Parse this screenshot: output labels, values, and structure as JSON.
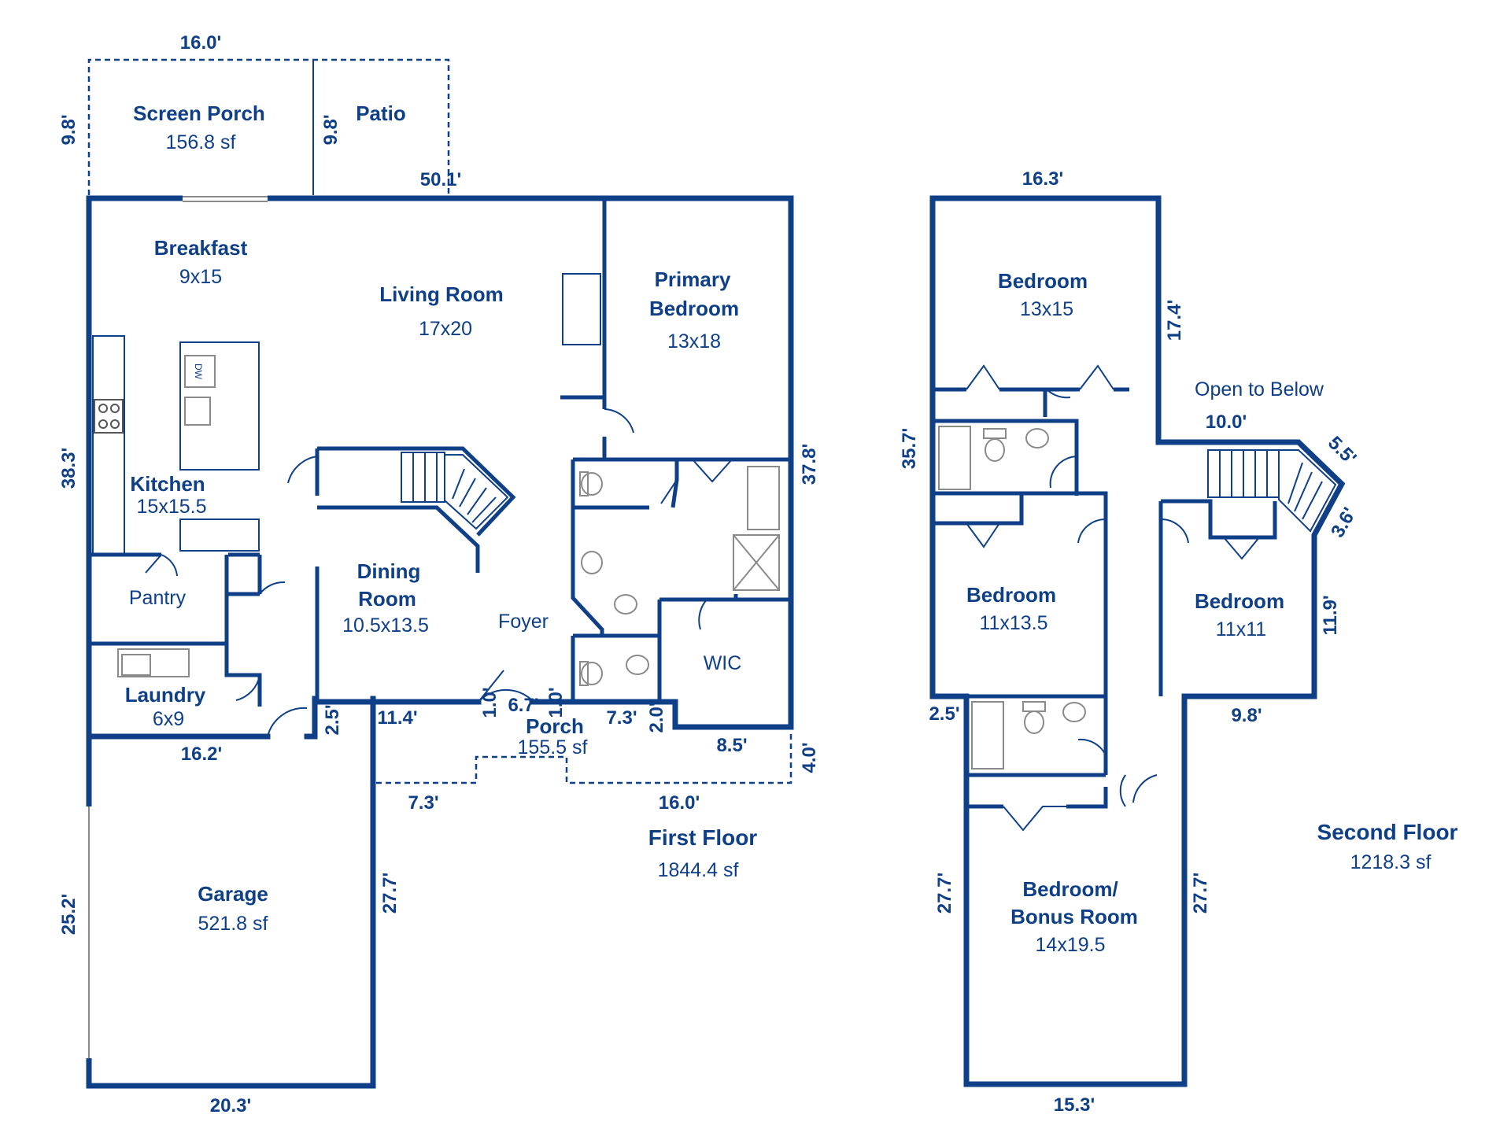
{
  "first_floor": {
    "title": "First Floor",
    "area": "1844.4 sf",
    "rooms": {
      "screen_porch": {
        "name": "Screen Porch",
        "size": "156.8 sf"
      },
      "patio": {
        "name": "Patio"
      },
      "breakfast": {
        "name": "Breakfast",
        "size": "9x15"
      },
      "living_room": {
        "name": "Living Room",
        "size": "17x20"
      },
      "primary_bedroom": {
        "name_line1": "Primary",
        "name_line2": "Bedroom",
        "size": "13x18"
      },
      "kitchen": {
        "name": "Kitchen",
        "size": "15x15.5"
      },
      "pantry": {
        "name": "Pantry"
      },
      "dining_room": {
        "name_line1": "Dining",
        "name_line2": "Room",
        "size": "10.5x13.5"
      },
      "foyer": {
        "name": "Foyer"
      },
      "wic": {
        "name": "WIC"
      },
      "laundry": {
        "name": "Laundry",
        "size": "6x9"
      },
      "porch": {
        "name": "Porch",
        "size": "155.5 sf"
      },
      "garage": {
        "name": "Garage",
        "size": "521.8 sf"
      }
    },
    "dimensions": {
      "porch_top_width": "16.0'",
      "screen_porch_depth": "9.8'",
      "patio_depth": "9.8'",
      "top_width": "50.1'",
      "left_depth": "38.3'",
      "right_depth": "37.8'",
      "laundry_width": "16.2'",
      "step_2_5": "2.5'",
      "dining_width": "11.4'",
      "door_1_0_a": "1.0'",
      "door_6_7": "6.7'",
      "door_1_0_b": "1.0'",
      "bath_7_3": "7.3'",
      "step_2_0": "2.0'",
      "wic_8_5": "8.5'",
      "porch_depth": "4.0'",
      "porch_left": "7.3'",
      "porch_right": "16.0'",
      "garage_depth_left": "25.2'",
      "garage_depth_right": "27.7'",
      "garage_width": "20.3'"
    },
    "fixture_labels": {
      "dishwasher": "DW"
    }
  },
  "second_floor": {
    "title": "Second Floor",
    "area": "1218.3 sf",
    "open_to_below": "Open to Below",
    "rooms": {
      "bedroom_a": {
        "name": "Bedroom",
        "size": "13x15"
      },
      "bedroom_b": {
        "name": "Bedroom",
        "size": "11x13.5"
      },
      "bedroom_c": {
        "name": "Bedroom",
        "size": "11x11"
      },
      "bonus": {
        "name_line1": "Bedroom/",
        "name_line2": "Bonus Room",
        "size": "14x19.5"
      }
    },
    "dimensions": {
      "top_width": "16.3'",
      "right_upper": "17.4'",
      "left_depth": "35.7'",
      "stair_width": "10.0'",
      "angle_5_5": "5.5'",
      "angle_3_6": "3.6'",
      "right_11_9": "11.9'",
      "step_2_5": "2.5'",
      "bed_c_width": "9.8'",
      "bonus_left": "27.7'",
      "bonus_right": "27.7'",
      "bottom_width": "15.3'"
    }
  },
  "colors": {
    "wall": "#0e3f87",
    "background": "#ffffff"
  }
}
